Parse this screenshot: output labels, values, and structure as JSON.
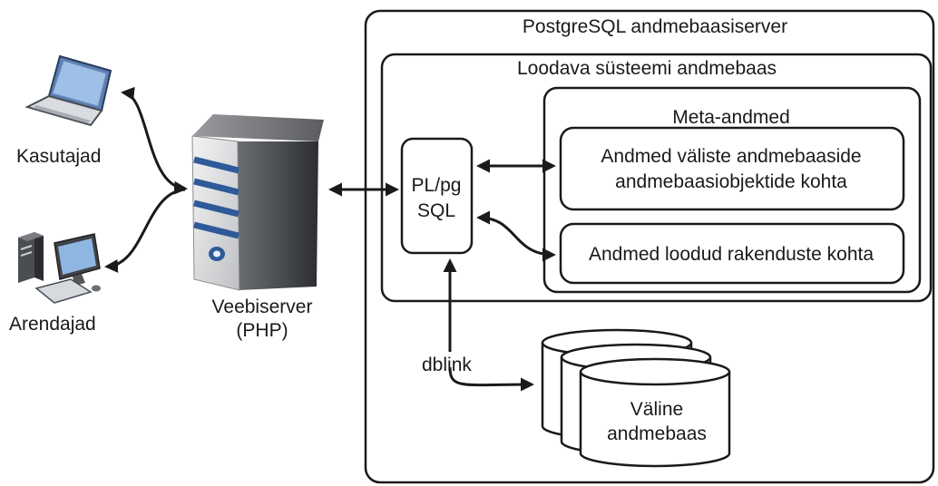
{
  "actors": {
    "users_label": "Kasutajad",
    "developers_label": "Arendajad"
  },
  "webserver": {
    "label_line1": "Veebiserver",
    "label_line2": "(PHP)"
  },
  "postgres_server": {
    "title": "PostgreSQL andmebaasiserver"
  },
  "system_db": {
    "title": "Loodava süsteemi andmebaas"
  },
  "plpgsql": {
    "line1": "PL/pg",
    "line2": "SQL"
  },
  "metadata": {
    "title": "Meta-andmed",
    "external_objects_line1": "Andmed väliste andmebaaside",
    "external_objects_line2": "andmebaasiobjektide kohta",
    "created_apps": "Andmed loodud rakenduste kohta"
  },
  "dblink": {
    "label": "dblink"
  },
  "external_db": {
    "line1": "Väline",
    "line2": "andmebaas"
  },
  "colors": {
    "stroke": "#1a1a1a",
    "server_dark": "#3a3d42",
    "server_stripe": "#2f5a9a",
    "laptop_blue": "#5b7fb3"
  }
}
